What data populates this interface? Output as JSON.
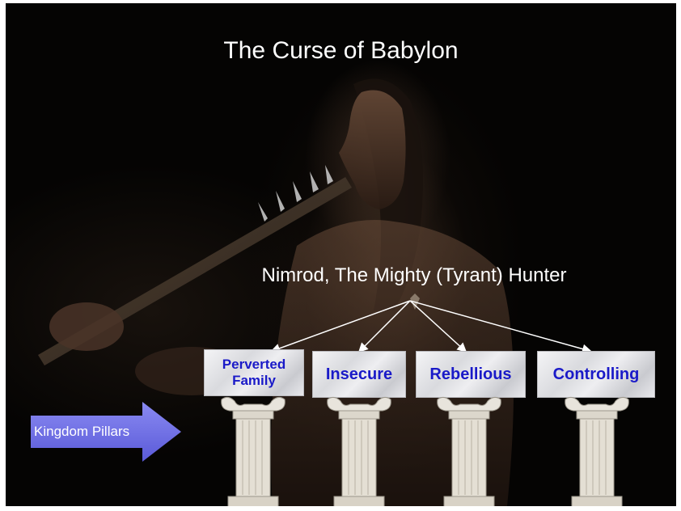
{
  "slide": {
    "title": "The Curse of Babylon",
    "subtitle": "Nimrod, The Mighty (Tyrant) Hunter",
    "background_color": "#050403",
    "text_color": "#ffffff"
  },
  "traits": [
    {
      "label_line1": "Perverted",
      "label_line2": "Family"
    },
    {
      "label_line1": "Insecure",
      "label_line2": ""
    },
    {
      "label_line1": "Rebellious",
      "label_line2": ""
    },
    {
      "label_line1": "Controlling",
      "label_line2": ""
    }
  ],
  "trait_text_color": "#1a1ac8",
  "kingdom_arrow": {
    "label": "Kingdom Pillars",
    "color": "#7070e8"
  },
  "icons": [
    "hunter-figure-image",
    "marble-column-icon",
    "connector-arrow-icon",
    "kingdom-arrow-icon"
  ]
}
